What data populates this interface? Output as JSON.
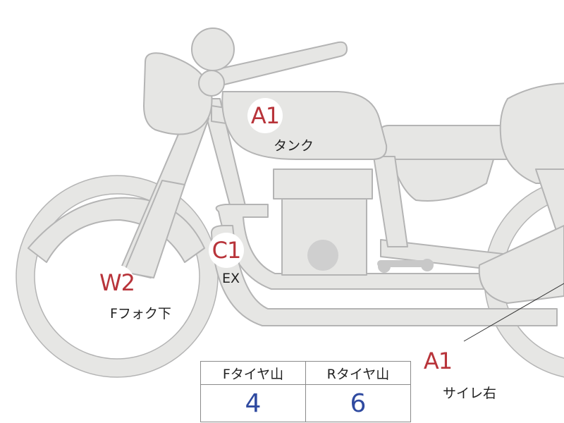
{
  "markers": [
    {
      "code": "A1",
      "caption": "タンク"
    },
    {
      "code": "C1",
      "caption": "EX"
    },
    {
      "code": "W2",
      "caption": "Fフォク下"
    },
    {
      "code": "A1",
      "caption": "サイレ右"
    }
  ],
  "tire_table": {
    "headers": [
      "Fタイヤ山",
      "Rタイヤ山"
    ],
    "values": [
      "4",
      "6"
    ]
  },
  "colors": {
    "marker_code": "#b8343a",
    "table_value": "#2f4aa0",
    "bike_fill": "#e6e6e4",
    "bike_stroke": "#b4b4b4"
  }
}
